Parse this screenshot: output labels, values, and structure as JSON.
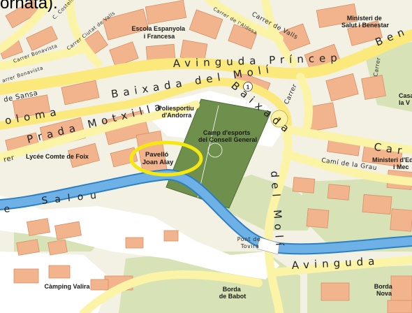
{
  "caption_text": "ornata).",
  "labels": {
    "escola": [
      "Escola Espanyola",
      "i Francesa"
    ],
    "ministeri_salut": [
      "Ministeri de",
      "Salut i Benestar"
    ],
    "poliesportiu": [
      "Poliesportiu",
      "d'Andorra"
    ],
    "camp": [
      "Camp d'esports",
      "del Consell General"
    ],
    "pavello": [
      "Pavelló",
      "Joan Alay"
    ],
    "lycee": "Lycée Comte de Foix",
    "ministeri_right": [
      "Ministeri d'Ed",
      "i Mec"
    ],
    "casa": [
      "Casa",
      "la V"
    ],
    "pont": [
      "Pont de",
      "Tovira"
    ],
    "camping": "Càmping Valira",
    "borda_babot": [
      "Borda",
      "de Babot"
    ],
    "borda_nova": [
      "Borda",
      "Nova"
    ]
  },
  "streets": {
    "avinguda_princep": "Avinguda Príncep",
    "princep_end": "Ben",
    "baixada_moli_top": "Baixada del Molí",
    "baixada_moli_right": "Baixada",
    "moli_vertical": "del Molí",
    "prada_motxilla": "Prada Motxilla",
    "coloma": "oloma",
    "de_sansa": "de Sansa",
    "carrer_bonavista": "Carrer Bonavista",
    "carrer_bonavista2": "arrer Bonavista",
    "carrer_ciutat_valls": "Carrer Ciutat de Valls",
    "c_costella": "C. Costella de Valls",
    "carrer_aldosa": "Carrer de l'Aldosa",
    "carrer_de_valls": "Carrer de Valls",
    "camí_grau": "Camí de la Grau",
    "carrer_right": "Carrer",
    "carrer_short": "Carrer",
    "car_big": "Car",
    "avinguda_bottom": "Avinguda",
    "rer": "rer",
    "salou": "Salou",
    "e_left": "e"
  },
  "route_badge": "1",
  "highlight": {
    "color": "#f5e80f",
    "stroke_width_label": "thick"
  },
  "colors": {
    "background": "#f3f1e4",
    "building": "#f2b48d",
    "building_edge": "#d98e64",
    "road": "#fbf3a6",
    "road_edge": "#c9b55b",
    "main_road": "#fce97c",
    "river": "#6eb1e6",
    "river_edge": "#2d7fc2",
    "field": "#6f8f4d",
    "green": "#d7e3b6",
    "sidewalk": "#ffffff"
  }
}
